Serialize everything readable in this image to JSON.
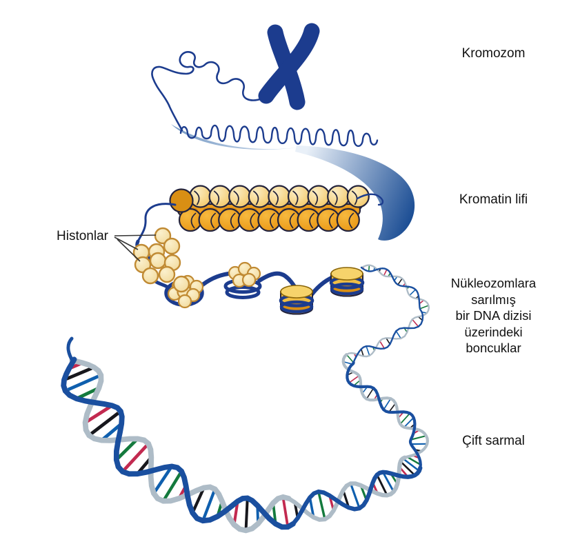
{
  "figure": {
    "labels": {
      "histones": "Histonlar",
      "chromosome": "Kromozom",
      "chromatin_fiber": "Kromatin lifi",
      "nucleosome_lines": [
        "Nükleozomlara",
        "sarılmış",
        "bir DNA dizisi",
        "üzerindeki",
        "boncuklar"
      ],
      "double_helix": "Çift sarmal"
    }
  },
  "colors": {
    "navy": "#1c3c8e",
    "ink": "#23233c",
    "goldLight": "#f3c45f",
    "goldMid": "#ee9f1f",
    "goldDeep": "#d98f14",
    "cream": "#f5e2a6",
    "creamEdge": "#c08a33",
    "discCap": "#f6d36b",
    "discBody": "#efbe45",
    "helixBlue": "#1a4f9f",
    "helixSilver": "#aebcc7",
    "rungRed": "#c22a50",
    "rungGreen": "#147a3d",
    "rungBlue": "#0f5fae",
    "rungBlack": "#17171c",
    "swooshLight": "#e9f0f8",
    "swooshDark": "#174a92",
    "text": "#111111",
    "background": "#ffffff"
  }
}
